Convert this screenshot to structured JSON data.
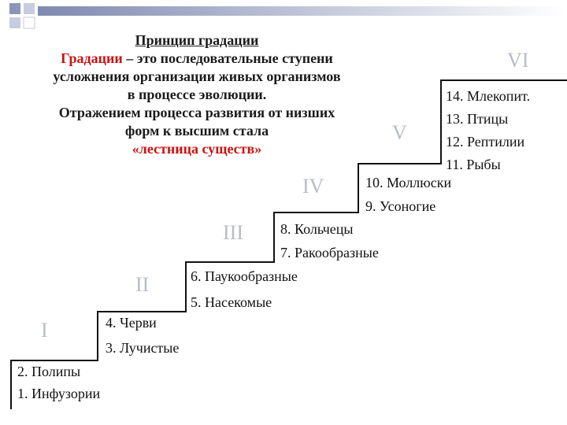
{
  "title": {
    "heading": "Принцип градации",
    "term": "Градации",
    "def_line1_rest": " – это последовательные ступени",
    "def_line2": "усложнения организации живых организмов",
    "def_line3": "в процессе эволюции.",
    "line4": "Отражением процесса развития от низших",
    "line5": "форм к высшим стала",
    "ladder": "«лестница существ»"
  },
  "steps": [
    {
      "roman": "I",
      "items": [
        "2. Полипы",
        "1. Инфузории"
      ]
    },
    {
      "roman": "II",
      "items": [
        "4. Черви",
        "3. Лучистые"
      ]
    },
    {
      "roman": "III",
      "items": [
        "6. Паукообразные",
        "5. Насекомые"
      ]
    },
    {
      "roman": "IV",
      "items": [
        "8. Кольчецы",
        "7. Ракообразные"
      ]
    },
    {
      "roman": "V",
      "items": [
        "10. Моллюски",
        "9. Усоногие"
      ]
    },
    {
      "roman": "VI",
      "items": [
        "14. Млекопит.",
        "13. Птицы",
        "12. Рептилии",
        "11. Рыбы"
      ]
    }
  ],
  "colors": {
    "accent_red": "#cc1111",
    "roman_grey": "#b8bcc8",
    "deco_blue": "#8a96b8"
  }
}
